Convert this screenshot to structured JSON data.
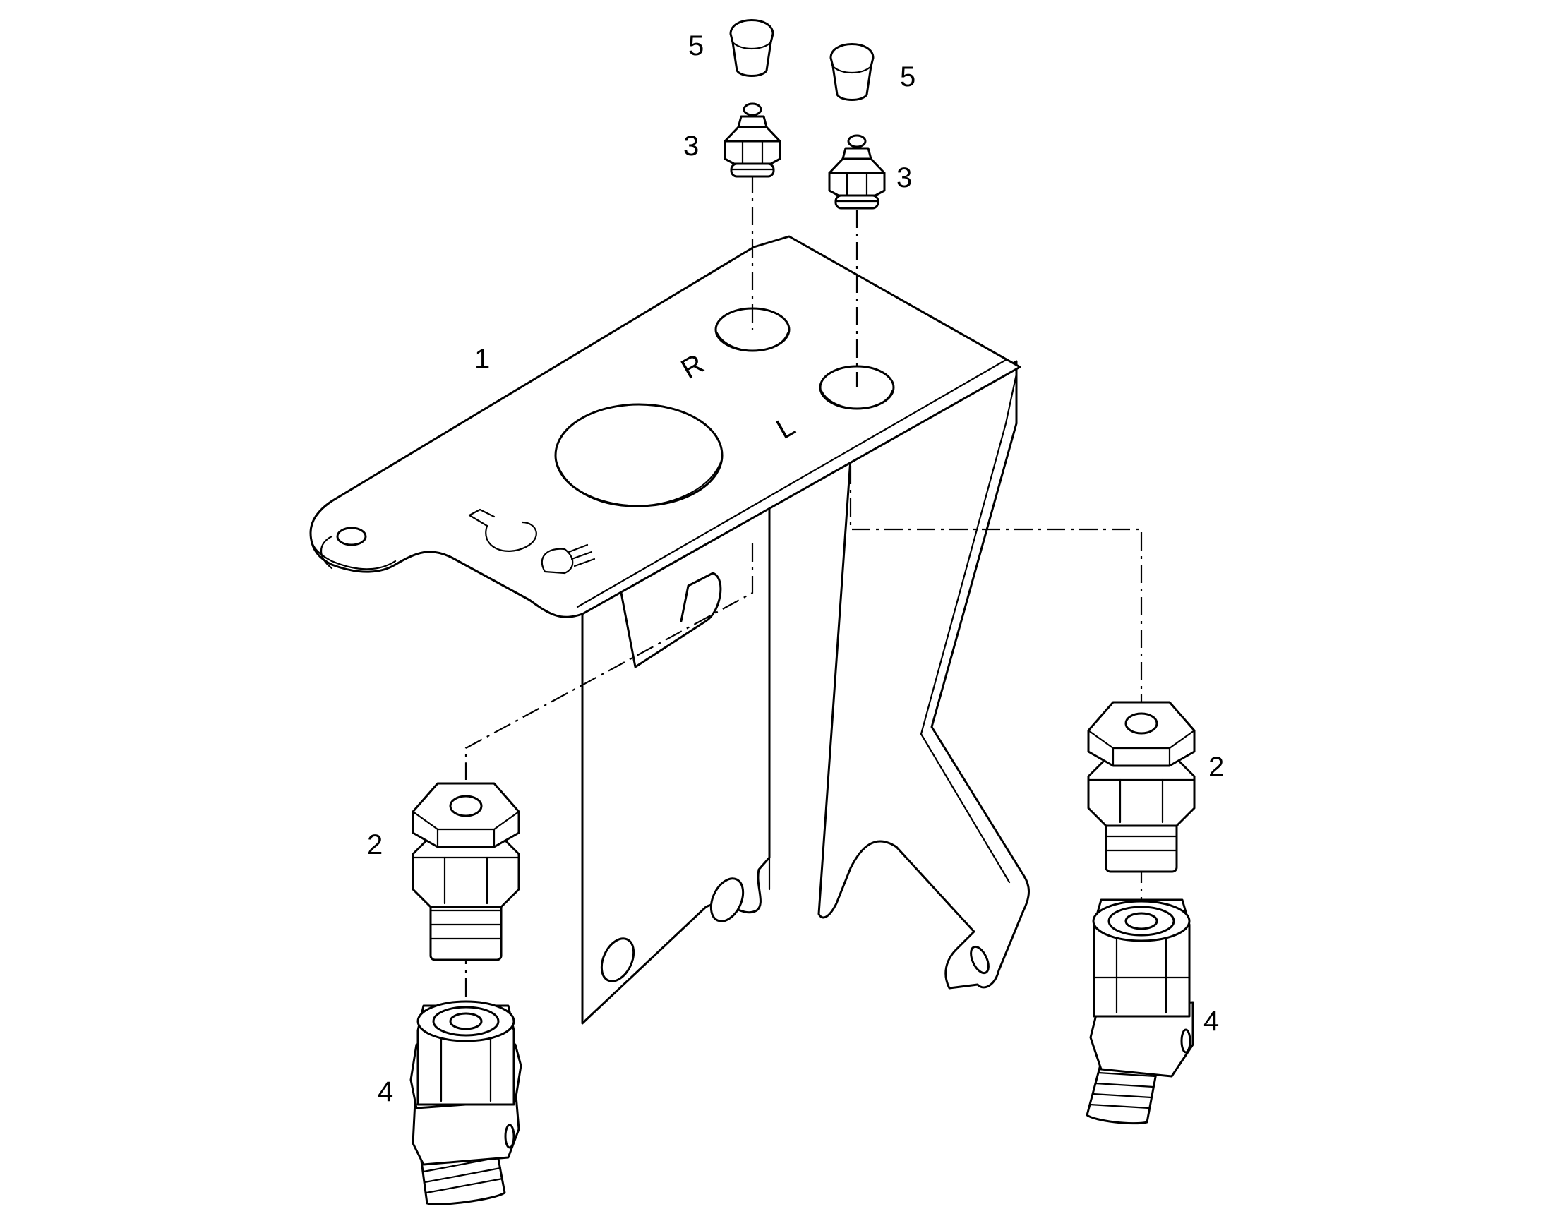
{
  "callouts": {
    "bracket": "1",
    "connector_left": "2",
    "connector_right": "2",
    "fitting_left": "3",
    "fitting_right": "3",
    "elbow_left": "4",
    "elbow_right": "4",
    "cap_left": "5",
    "cap_right": "5"
  },
  "plate_marks": {
    "right_port": "R",
    "left_port": "L"
  },
  "icons": {
    "rotate_symbol": "rotate-arrow-icon",
    "lamp_symbol": "headlamp-icon"
  },
  "colors": {
    "line": "#000000",
    "background": "#ffffff"
  }
}
